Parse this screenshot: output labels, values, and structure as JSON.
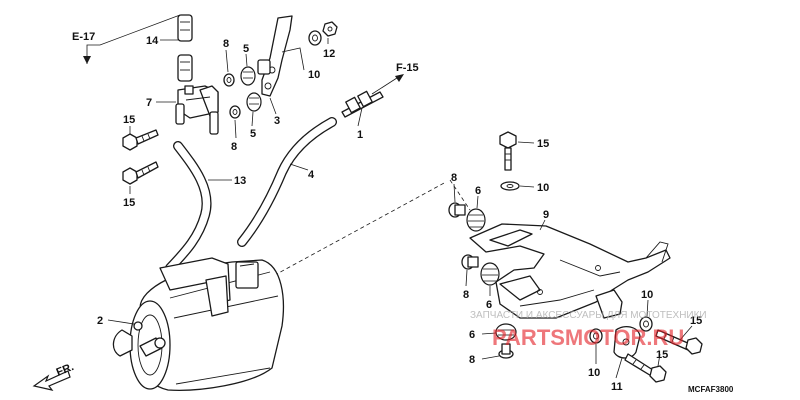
{
  "diagram": {
    "drawing_code": "MCFAF3800",
    "references": {
      "e17": "E-17",
      "f15": "F-15",
      "front": "FR."
    },
    "callouts": [
      {
        "id": "c14",
        "label": "14"
      },
      {
        "id": "c8a",
        "label": "8"
      },
      {
        "id": "c5a",
        "label": "5"
      },
      {
        "id": "c10a",
        "label": "10"
      },
      {
        "id": "c12",
        "label": "12"
      },
      {
        "id": "c7",
        "label": "7"
      },
      {
        "id": "c8b",
        "label": "8"
      },
      {
        "id": "c5b",
        "label": "5"
      },
      {
        "id": "c3",
        "label": "3"
      },
      {
        "id": "c1",
        "label": "1"
      },
      {
        "id": "c15a",
        "label": "15"
      },
      {
        "id": "c15b",
        "label": "15"
      },
      {
        "id": "c13",
        "label": "13"
      },
      {
        "id": "c4",
        "label": "4"
      },
      {
        "id": "c2",
        "label": "2"
      },
      {
        "id": "c15c",
        "label": "15"
      },
      {
        "id": "c10b",
        "label": "10"
      },
      {
        "id": "c8c",
        "label": "8"
      },
      {
        "id": "c6a",
        "label": "6"
      },
      {
        "id": "c9",
        "label": "9"
      },
      {
        "id": "c8d",
        "label": "8"
      },
      {
        "id": "c6b",
        "label": "6"
      },
      {
        "id": "c10c",
        "label": "10"
      },
      {
        "id": "c15d",
        "label": "15"
      },
      {
        "id": "c6c",
        "label": "6"
      },
      {
        "id": "c8e",
        "label": "8"
      },
      {
        "id": "c15e",
        "label": "15"
      },
      {
        "id": "c10d",
        "label": "10"
      },
      {
        "id": "c11",
        "label": "11"
      }
    ],
    "watermark": {
      "top_text": "ЗАПЧАСТИ И АКСЕССУАРЫ ДЛЯ МОТОТЕХНИКИ",
      "logo_text": "PARTSMOTOR.RU"
    }
  }
}
